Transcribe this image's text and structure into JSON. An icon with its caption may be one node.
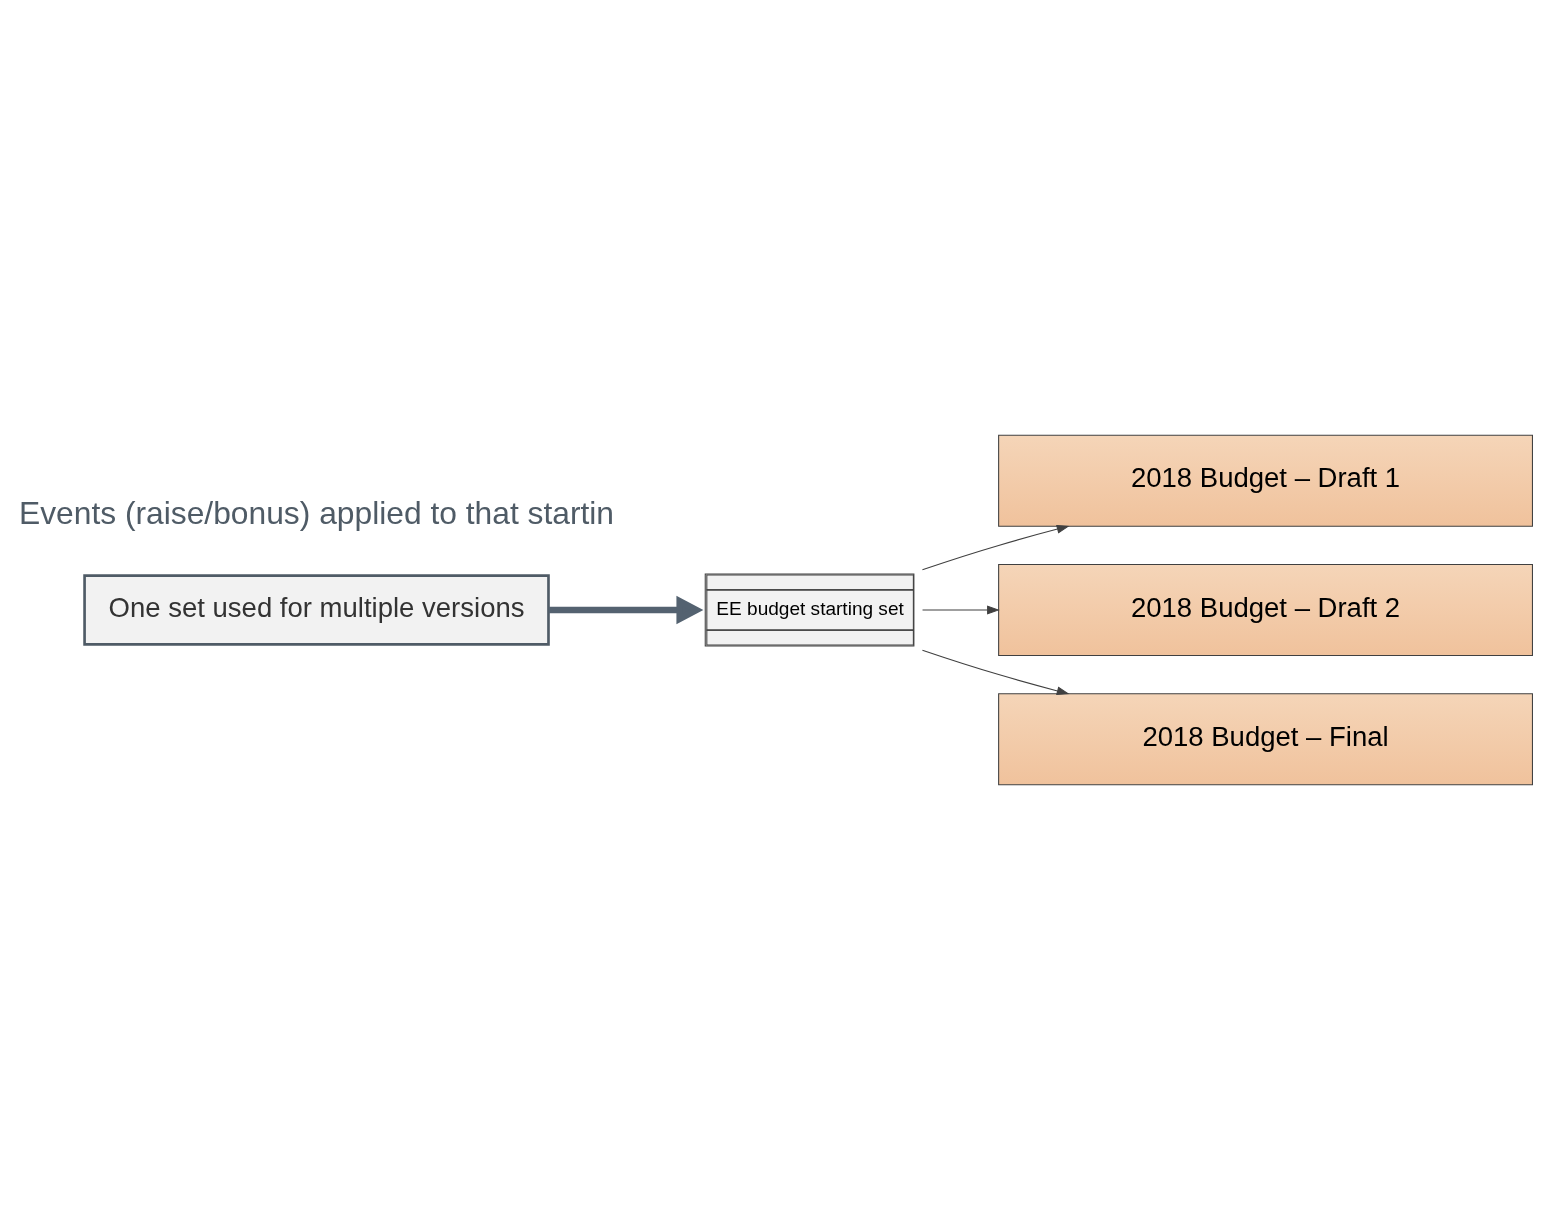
{
  "diagram": {
    "nodes": [
      {
        "text": [
          "One set used for multiple versions"
        ]
      },
      {
        "text": [
          "EE budget starting set"
        ]
      },
      {
        "text": [
          "2018 Budget – Draft 1"
        ]
      },
      {
        "text": [
          "2018 Budget – Draft 2"
        ]
      },
      {
        "text": [
          "2018 Budget – Final"
        ]
      }
    ],
    "edges": [
      {
        "from": 0,
        "to": 1,
        "arrow": "to",
        "style": "thick",
        "color": "#546270"
      },
      {
        "from": 1,
        "to": 2,
        "arrow": "to"
      },
      {
        "from": 1,
        "to": 3,
        "arrow": "to"
      },
      {
        "from": 1,
        "to": 4,
        "arrow": "to"
      }
    ],
    "labels": [
      "Events (raise/bonus) applied to that startin"
    ]
  }
}
